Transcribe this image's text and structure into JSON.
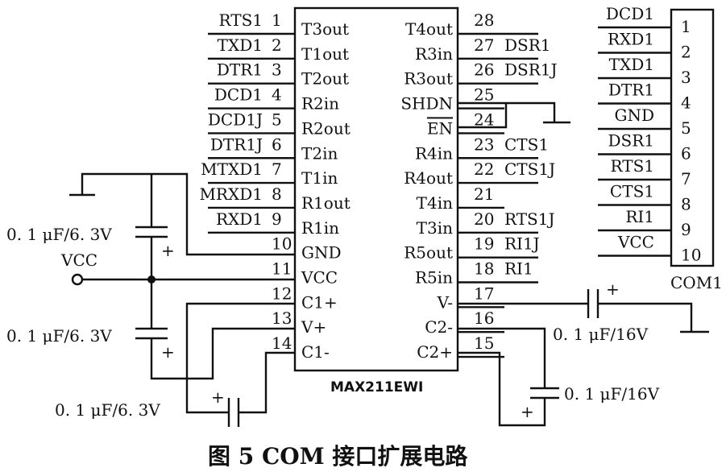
{
  "chip": {
    "name": "MAX211EWI",
    "left_pins": [
      {
        "num": "1",
        "name": "T3out",
        "signal": "RTS1"
      },
      {
        "num": "2",
        "name": "T1out",
        "signal": "TXD1"
      },
      {
        "num": "3",
        "name": "T2out",
        "signal": "DTR1"
      },
      {
        "num": "4",
        "name": "R2in",
        "signal": "DCD1"
      },
      {
        "num": "5",
        "name": "R2out",
        "signal": "DCD1J"
      },
      {
        "num": "6",
        "name": "T2in",
        "signal": "DTR1J"
      },
      {
        "num": "7",
        "name": "T1in",
        "signal": "MTXD1"
      },
      {
        "num": "8",
        "name": "R1out",
        "signal": "MRXD1"
      },
      {
        "num": "9",
        "name": "R1in",
        "signal": "RXD1"
      },
      {
        "num": "10",
        "name": "GND",
        "signal": ""
      },
      {
        "num": "11",
        "name": "VCC",
        "signal": ""
      },
      {
        "num": "12",
        "name": "C1+",
        "signal": ""
      },
      {
        "num": "13",
        "name": "V+",
        "signal": ""
      },
      {
        "num": "14",
        "name": "C1-",
        "signal": ""
      }
    ],
    "right_pins": [
      {
        "num": "28",
        "name": "T4out",
        "signal": ""
      },
      {
        "num": "27",
        "name": "R3in",
        "signal": "DSR1"
      },
      {
        "num": "26",
        "name": "R3out",
        "signal": "DSR1J"
      },
      {
        "num": "25",
        "name": "SHDN",
        "signal": ""
      },
      {
        "num": "24",
        "name": "EN",
        "signal": ""
      },
      {
        "num": "23",
        "name": "R4in",
        "signal": "CTS1"
      },
      {
        "num": "22",
        "name": "R4out",
        "signal": "CTS1J"
      },
      {
        "num": "21",
        "name": "T4in",
        "signal": ""
      },
      {
        "num": "20",
        "name": "T3in",
        "signal": "RTS1J"
      },
      {
        "num": "19",
        "name": "R5out",
        "signal": "RI1J"
      },
      {
        "num": "18",
        "name": "R5in",
        "signal": "RI1"
      },
      {
        "num": "17",
        "name": "V-",
        "signal": ""
      },
      {
        "num": "16",
        "name": "C2-",
        "signal": ""
      },
      {
        "num": "15",
        "name": "C2+",
        "signal": ""
      }
    ]
  },
  "connector": {
    "name": "COM1",
    "pins": [
      {
        "num": "1",
        "signal": "DCD1"
      },
      {
        "num": "2",
        "signal": "RXD1"
      },
      {
        "num": "3",
        "signal": "TXD1"
      },
      {
        "num": "4",
        "signal": "DTR1"
      },
      {
        "num": "5",
        "signal": "GND"
      },
      {
        "num": "6",
        "signal": "DSR1"
      },
      {
        "num": "7",
        "signal": "RTS1"
      },
      {
        "num": "8",
        "signal": "CTS1"
      },
      {
        "num": "9",
        "signal": "RI1"
      },
      {
        "num": "10",
        "signal": "VCC"
      }
    ]
  },
  "labels": {
    "vcc": "VCC",
    "cap_6v3": "0. 1 μF/6. 3V",
    "cap_16v": "0. 1 μF/16V",
    "plus": "+"
  },
  "caption": "图 5  COM 接口扩展电路"
}
